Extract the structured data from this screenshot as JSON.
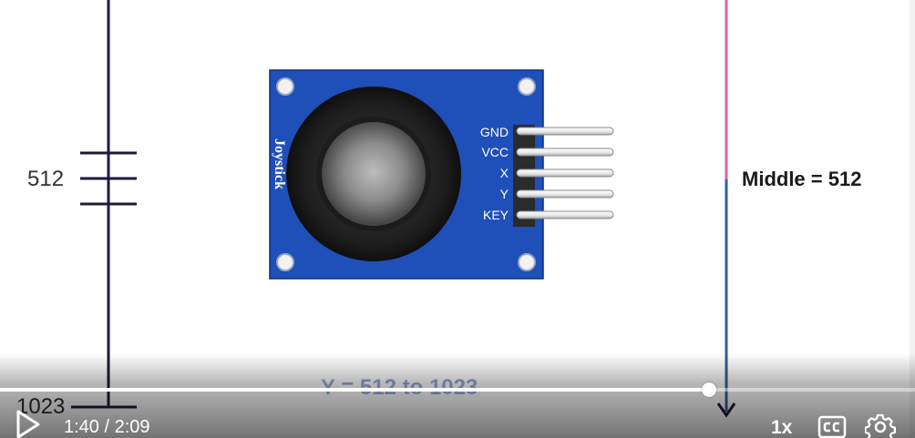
{
  "diagram": {
    "left_value_label": "512",
    "bottom_value_label": "1023",
    "middle_label": "Middle = 512",
    "caption": "Y = 512 to 1023",
    "board_text": "Joystick",
    "pins": [
      "GND",
      "VCC",
      "X",
      "Y",
      "KEY"
    ]
  },
  "player": {
    "current_time": "1:40",
    "duration": "2:09",
    "time_display": "1:40 / 2:09",
    "progress_fraction": 0.775,
    "speed_label": "1x",
    "icons": {
      "play": "play-icon",
      "captions": "closed-captions-icon",
      "settings": "gear-icon"
    }
  },
  "colors": {
    "board_blue": "#1f4fb8",
    "axis_dark": "#1e1b3a",
    "line_pink": "#d06a98",
    "line_blue": "#35608f"
  }
}
